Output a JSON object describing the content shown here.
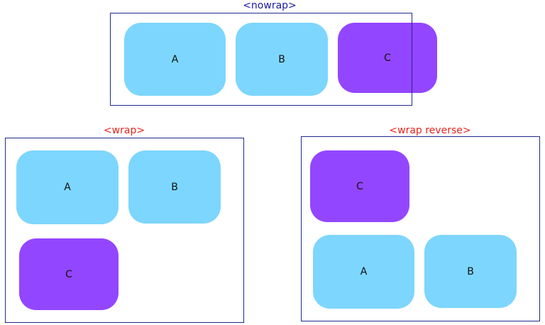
{
  "colors": {
    "frame_border": "#1f2a8a",
    "caption_nowrap": "#1a1aa0",
    "caption_wrap": "#e8241c",
    "box_light": "#7dd6fd",
    "box_purple": "#9346ff"
  },
  "nowrap": {
    "caption": "<nowrap>",
    "items": [
      "A",
      "B",
      "C"
    ]
  },
  "wrap": {
    "caption": "<wrap>",
    "items": [
      "A",
      "B",
      "C"
    ]
  },
  "wrap_reverse": {
    "caption": "<wrap reverse>",
    "items": [
      "C",
      "A",
      "B"
    ]
  }
}
